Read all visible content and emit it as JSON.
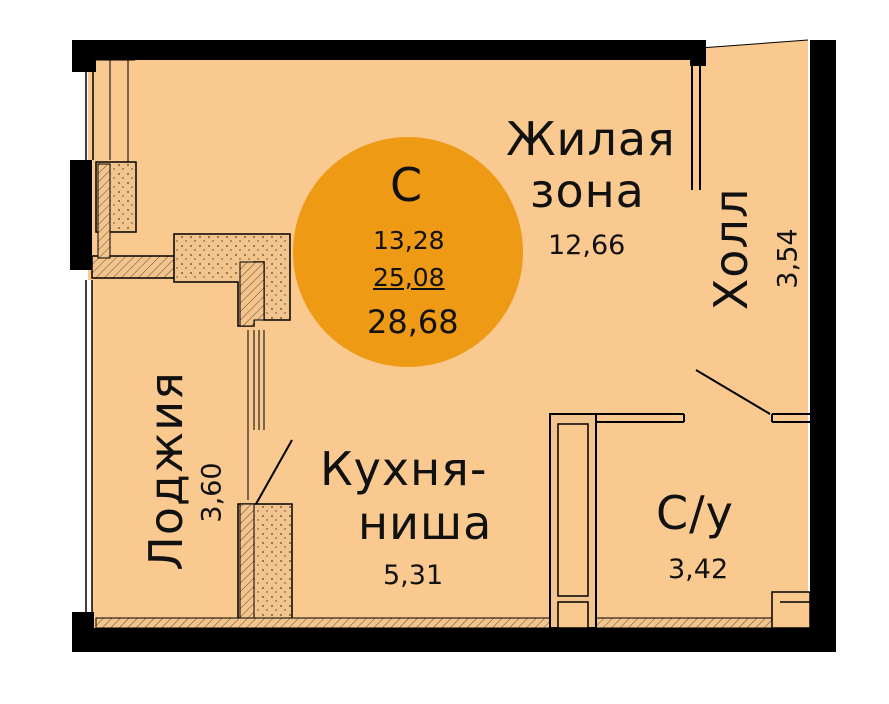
{
  "apartment": {
    "type_label": "С",
    "living_area": "13,28",
    "area_mid": "25,08",
    "total_area": "28,68"
  },
  "rooms": {
    "living": {
      "name_line1": "Жилая",
      "name_line2": "зона",
      "area": "12,66"
    },
    "hall": {
      "name": "Холл",
      "area": "3,54"
    },
    "kitchen": {
      "name_line1": "Кухня-",
      "name_line2": "ниша",
      "area": "5,31"
    },
    "bathroom": {
      "name": "С/у",
      "area": "3,42"
    },
    "loggia": {
      "name": "Лоджия",
      "area": "3,60"
    }
  },
  "colors": {
    "floor": "#F9C98F",
    "badge": "#EE9A14",
    "wall": "#000000",
    "wall_fill": "#F3C58E"
  }
}
